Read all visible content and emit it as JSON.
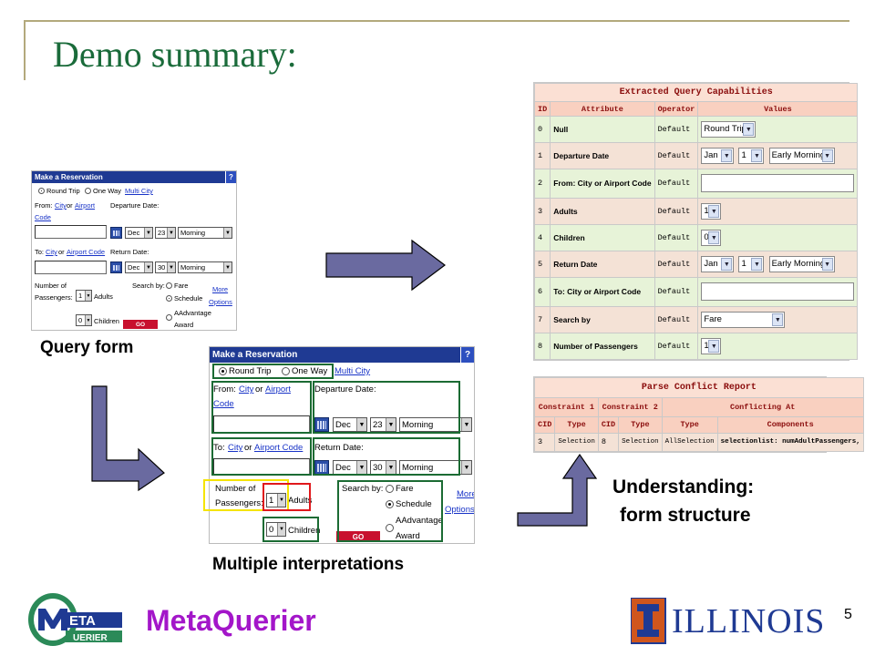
{
  "slide": {
    "title": "Demo summary:",
    "page_number": "5",
    "brand": "MetaQuerier",
    "university": "ILLINOIS"
  },
  "labels": {
    "query_form": "Query form",
    "multiple": "Multiple interpretations",
    "understanding_1": "Understanding:",
    "understanding_2": "form structure"
  },
  "form": {
    "header": "Make a Reservation",
    "help": "?",
    "round_trip": "Round Trip",
    "one_way": "One Way",
    "multi_city": "Multi City",
    "from": "From:",
    "city": "City",
    "or": "or",
    "airport": "Airport",
    "code": "Code",
    "departure_date": "Departure Date:",
    "dec": "Dec",
    "day_dep": "23",
    "morning": "Morning",
    "to": "To:",
    "airport_code": "Airport Code",
    "return_date": "Return Date:",
    "day_ret": "30",
    "number_of": "Number of",
    "passengers": "Passengers:",
    "passengers_count": "1",
    "adults": "Adults",
    "children_count": "0",
    "children": "Children",
    "search_by": "Search by:",
    "fare": "Fare",
    "schedule": "Schedule",
    "aadvantage": "AAdvantage",
    "award": "Award",
    "more": "More",
    "options": "Options",
    "go": "GO"
  },
  "capabilities": {
    "title": "Extracted Query Capabilities",
    "headers": [
      "ID",
      "Attribute",
      "Operator",
      "Values"
    ],
    "rows": [
      {
        "id": "0",
        "attr": "Null",
        "op": "Default",
        "values": [
          "Round Trip"
        ]
      },
      {
        "id": "1",
        "attr": "Departure Date",
        "op": "Default",
        "values": [
          "Jan",
          "1",
          "Early Morning"
        ]
      },
      {
        "id": "2",
        "attr": "From: City or Airport Code",
        "op": "Default",
        "values": []
      },
      {
        "id": "3",
        "attr": "Adults",
        "op": "Default",
        "values": [
          "1"
        ]
      },
      {
        "id": "4",
        "attr": "Children",
        "op": "Default",
        "values": [
          "0"
        ]
      },
      {
        "id": "5",
        "attr": "Return Date",
        "op": "Default",
        "values": [
          "Jan",
          "1",
          "Early Morning"
        ]
      },
      {
        "id": "6",
        "attr": "To: City or Airport Code",
        "op": "Default",
        "values": []
      },
      {
        "id": "7",
        "attr": "Search by",
        "op": "Default",
        "values": [
          "Fare"
        ]
      },
      {
        "id": "8",
        "attr": "Number of Passengers",
        "op": "Default",
        "values": [
          "1"
        ]
      }
    ]
  },
  "conflict": {
    "title": "Parse Conflict Report",
    "group_headers": [
      "Constraint 1",
      "Constraint 2",
      "Conflicting At"
    ],
    "headers": [
      "CID",
      "Type",
      "CID",
      "Type",
      "Type",
      "Components"
    ],
    "row": [
      "3",
      "Selection",
      "8",
      "Selection",
      "AllSelection",
      "selectionlist: numAdultPassengers,"
    ]
  },
  "colors": {
    "title": "#1a6b3a",
    "brand": "#a316c9",
    "form_header": "#1f3a93",
    "highlight_green": "#1b6b33",
    "highlight_yellow": "#f5e400",
    "highlight_red": "#e0181c",
    "arrow": "#6a6aa0"
  }
}
